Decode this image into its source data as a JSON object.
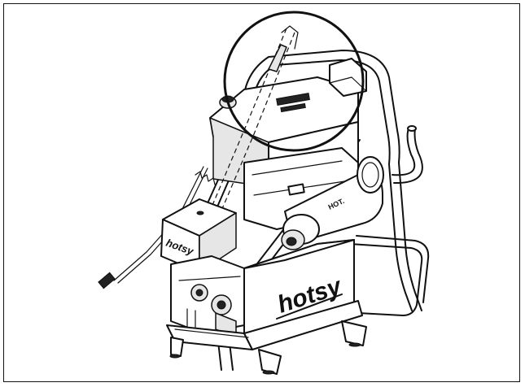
{
  "labels": {
    "brand_panel_left": "hotsy",
    "brand_panel_right": "hotsy",
    "warning_hot": "HOT."
  },
  "colors": {
    "line": "#111111",
    "background": "#ffffff",
    "callout_circle": "#111111"
  }
}
